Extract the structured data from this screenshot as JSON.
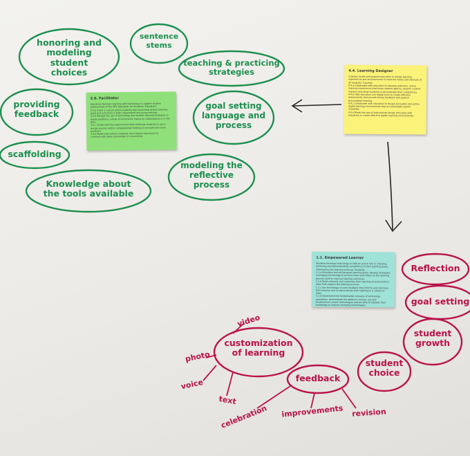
{
  "green_bubbles": [
    {
      "id": "honoring",
      "text": "honoring and\nmodeling student\nchoices"
    },
    {
      "id": "sentence",
      "text": "sentence\nstems"
    },
    {
      "id": "teaching",
      "text": "teaching & practicing\nstrategies"
    },
    {
      "id": "feedback",
      "text": "providing\nfeedback"
    },
    {
      "id": "goalsetting",
      "text": "goal setting\nlanguage and\nprocess"
    },
    {
      "id": "scaffolding",
      "text": "scaffolding"
    },
    {
      "id": "modeling",
      "text": "modeling the\nreflective\nprocess"
    },
    {
      "id": "knowledge",
      "text": "Knowledge about\nthe tools available"
    }
  ],
  "notes": {
    "facilitator": {
      "title": "2.6. Facilitator",
      "body": "Educators facilitate learning with technology to support student achievement of the ISTE Standards for Students. Educators:\n2.6.a  Foster a culture where students take ownership of their learning goals and outcomes in both independent and group settings.\n2.6.b  Manage the use of technology and student learning strategies in digital platforms, virtual environments, hands-on makerspaces or in the field.\n2.6.c  Create learning opportunities that challenge students to use a design process and/or computational thinking to innovate and solve problems.\n2.6.d  Model and nurture creativity and creative expression to communicate ideas, knowledge or connections."
    },
    "designer": {
      "title": "4.4. Learning Designer",
      "body": "Coaches model and support educators to design learning experiences and environments to meet the needs and interests of all students. Coaches:\n4.4.a  Collaborate with educators to develop authentic, active learning experiences that foster student agency, deepen content mastery and allow students to demonstrate their competency.\n4.4.b  Help educators use digital tools to create effective assessments that provide timely feedback and support personalized learning.\n4.4.c  Collaborate with educators to design accessible and active digital learning environments that accommodate learner variability.\n4.4.d  Model the use of instructional design principles with educators to create effective digital learning environments."
    },
    "empowered": {
      "title": "1.1. Empowered Learner",
      "body": "Students leverage technology to take an active role in choosing, achieving and demonstrating competency in their learning goals, informed by the learning sciences. Students:\n1.1.a  Articulate and set personal learning goals, develop strategies leveraging technology to achieve them and reflect on the learning process itself to improve learning outcomes.\n1.1.b  Build networks and customize their learning environments in ways that support the learning process.\n1.1.c  Use technology to seek feedback that informs and improves their practice and to demonstrate their learning in a variety of ways.\n1.1.d  Understand the fundamental concepts of technology operations, demonstrate the ability to choose, use and troubleshoot current technologies and are able to transfer their knowledge to explore emerging technologies."
    }
  },
  "red_bubbles": [
    {
      "id": "reflection",
      "text": "Reflection"
    },
    {
      "id": "goal",
      "text": "goal setting"
    },
    {
      "id": "growth",
      "text": "student\ngrowth"
    },
    {
      "id": "customization",
      "text": "customization\nof learning"
    },
    {
      "id": "choice",
      "text": "student\nchoice"
    },
    {
      "id": "feedback2",
      "text": "feedback"
    }
  ],
  "red_words": {
    "video": "video",
    "photo": "photo",
    "voice": "voice",
    "text": "text",
    "celebration": "celebration",
    "improvements": "improvements",
    "revision": "revision"
  },
  "colors": {
    "green_ink": "#1c8f4f",
    "red_ink": "#b8134a",
    "green_note": "#8fe07a",
    "yellow_note": "#fbf27a",
    "teal_note": "#9fe2d8",
    "black_ink": "#222222"
  }
}
